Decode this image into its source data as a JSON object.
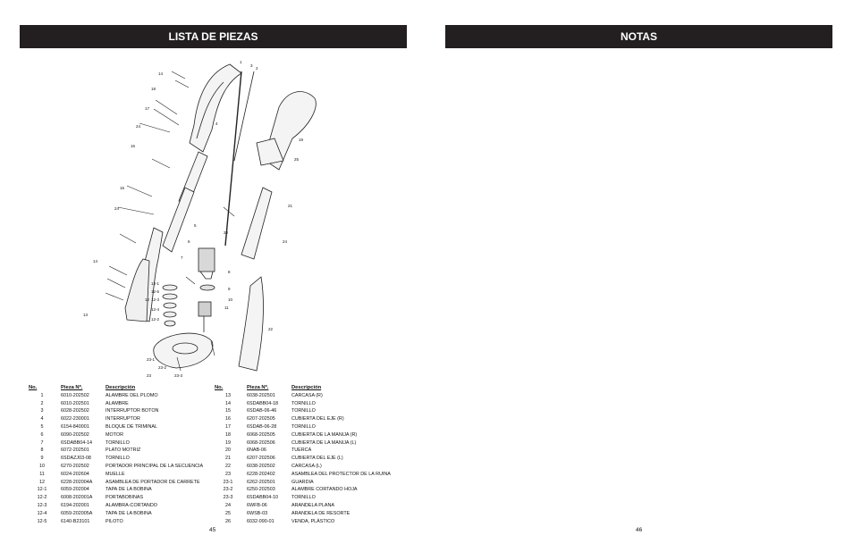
{
  "left_page": {
    "title": "LISTA DE PIEZAS",
    "page_number": "45",
    "table_headers": {
      "no": "No.",
      "code": "Pieza Nº.",
      "desc": "Descripción"
    },
    "parts_col1": [
      {
        "no": "1",
        "code": "6010-202502",
        "desc": "ALAMBRE DEL PLOMO"
      },
      {
        "no": "2",
        "code": "6010-202501",
        "desc": "ALAMBRE"
      },
      {
        "no": "3",
        "code": "6028-202502",
        "desc": "INTERRUPTOR BOTON"
      },
      {
        "no": "4",
        "code": "6022-230001",
        "desc": "INTERRUPTOR"
      },
      {
        "no": "5",
        "code": "6154-840001",
        "desc": "BLOQUE DE TRIMINAL"
      },
      {
        "no": "6",
        "code": "6090-202502",
        "desc": "MOTOR"
      },
      {
        "no": "7",
        "code": "6SDABB04-14",
        "desc": "TORNILLO"
      },
      {
        "no": "8",
        "code": "6072-202501",
        "desc": "PLATO MOTRIZ"
      },
      {
        "no": "9",
        "code": "6SDAZJ03-08",
        "desc": "TORNILLO"
      },
      {
        "no": "10",
        "code": "6270-202502",
        "desc": "PORTADOR PRINCIPAL DE LA SECUENCIA"
      },
      {
        "no": "11",
        "code": "6024-202604",
        "desc": "MUELLE"
      },
      {
        "no": "12",
        "code": "6228-202004A",
        "desc": "ASAMBLEA DE PORTADOR DE CARRETE"
      },
      {
        "no": "12-1",
        "code": "6059-202004",
        "desc": "TAPA DE LA BOBINA"
      },
      {
        "no": "12-2",
        "code": "6008-202001A",
        "desc": "PORTABOBINAS"
      },
      {
        "no": "12-3",
        "code": "6194-202001",
        "desc": "ALAMBRA-CORTANDO"
      },
      {
        "no": "12-4",
        "code": "6059-202005A",
        "desc": "TAPA DE LA BOBINA"
      },
      {
        "no": "12-5",
        "code": "6140-B23101",
        "desc": "PILOTO"
      }
    ],
    "parts_col2": [
      {
        "no": "13",
        "code": "6038-202501",
        "desc": "CARCASA (R)"
      },
      {
        "no": "14",
        "code": "6SDABB04-18",
        "desc": "TORNILLO"
      },
      {
        "no": "15",
        "code": "6SDAB-06-46",
        "desc": "TORNILLO"
      },
      {
        "no": "16",
        "code": "6207-202505",
        "desc": "CUBIERTA DEL EJE (R)"
      },
      {
        "no": "17",
        "code": "6SDAB-06-28",
        "desc": "TORNILLO"
      },
      {
        "no": "18",
        "code": "6068-202505",
        "desc": "CUBIERTA DE LA MANIJA (R)"
      },
      {
        "no": "19",
        "code": "6068-202506",
        "desc": "CUBIERTA DE LA MANIJA (L)"
      },
      {
        "no": "20",
        "code": "6NAB-06",
        "desc": "TUERCA"
      },
      {
        "no": "21",
        "code": "6207-202506",
        "desc": "CUBIERTA DEL EJE  (L)"
      },
      {
        "no": "22",
        "code": "6038-202502",
        "desc": "CARCASA (L)"
      },
      {
        "no": "23",
        "code": "6228-202402",
        "desc": "ASAMBLEA DEL PROTECTOR DE LA RUINA"
      },
      {
        "no": "23-1",
        "code": "6262-202501",
        "desc": "GUARDIA"
      },
      {
        "no": "23-2",
        "code": "6250-202503",
        "desc": "ALAMBRE CORTANDO HOJA"
      },
      {
        "no": "23-3",
        "code": "6SDABB04-10",
        "desc": "TORNILLO"
      },
      {
        "no": "24",
        "code": "6WFB-06",
        "desc": "ARANDELA PLANA"
      },
      {
        "no": "25",
        "code": "6WSB-03",
        "desc": "ARANDELA DE RESORTE"
      },
      {
        "no": "26",
        "code": "6032-090-01",
        "desc": "VENDA, PLÁSTICO"
      }
    ],
    "callouts": [
      "1",
      "2",
      "3",
      "4",
      "5",
      "6",
      "7",
      "8",
      "9",
      "10",
      "11",
      "12-1",
      "12-2",
      "12-3",
      "12-4",
      "12-5",
      "13",
      "14",
      "14",
      "15",
      "16",
      "17",
      "18",
      "19",
      "20",
      "21",
      "22",
      "23",
      "23-1",
      "23-2",
      "23-3",
      "24",
      "24",
      "24",
      "25"
    ]
  },
  "right_page": {
    "title": "NOTAS",
    "page_number": "46"
  },
  "colors": {
    "banner": "#231f20",
    "banner_text": "#ffffff"
  }
}
